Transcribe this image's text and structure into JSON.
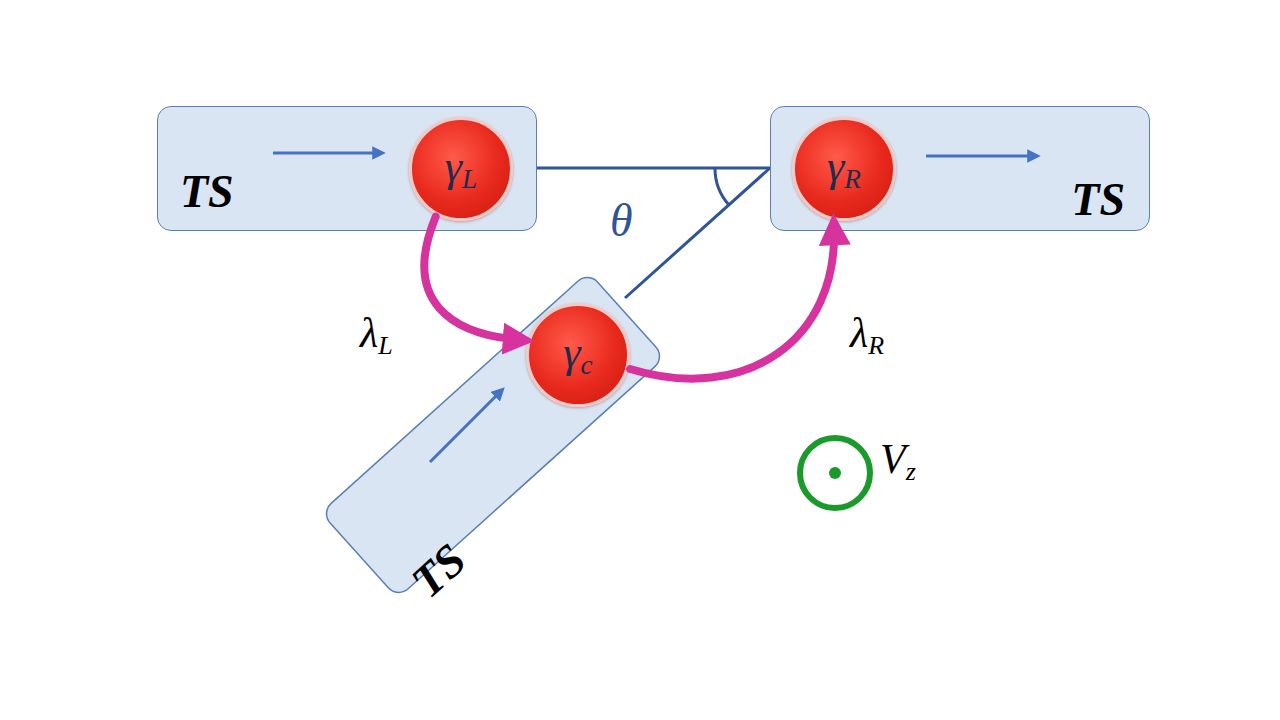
{
  "diagram": {
    "nodes": [
      {
        "text": [
          "TS"
        ]
      },
      {
        "text": [
          "γL"
        ],
        "in": 0
      },
      {
        "text": [
          "TS"
        ]
      },
      {
        "text": [
          "γR"
        ],
        "in": 2
      },
      {
        "text": [
          "TS"
        ]
      },
      {
        "text": [
          "γc"
        ],
        "in": 4
      }
    ],
    "edges": [
      {
        "from": 1,
        "to": 5,
        "arrow": "to",
        "label": "λL"
      },
      {
        "from": 5,
        "to": 3,
        "arrow": "to",
        "label": "λR"
      }
    ],
    "labels": [
      "θ",
      "Vz"
    ]
  }
}
